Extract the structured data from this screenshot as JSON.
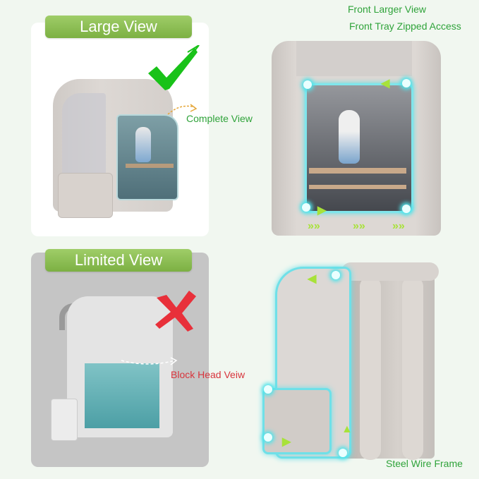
{
  "panels": {
    "large_view": {
      "title": "Large View",
      "annotation": "Complete View",
      "indicator": "check-mark"
    },
    "front_view": {
      "labels": [
        "Front Larger View",
        "Front Tray Zipped Access"
      ]
    },
    "limited_view": {
      "title": "Limited View",
      "annotation": "Block Head Veiw",
      "indicator": "x-mark"
    },
    "side_view": {
      "label": "Steel Wire Frame"
    }
  },
  "colors": {
    "background": "#f1f7f0",
    "pill_green": "#8cbe55",
    "label_green": "#2fa33a",
    "label_red": "#d8343c",
    "check_green": "#19c219",
    "x_red": "#e8303a",
    "glow_cyan": "#6fe0e8",
    "limited_card": "#c5c5c5"
  }
}
